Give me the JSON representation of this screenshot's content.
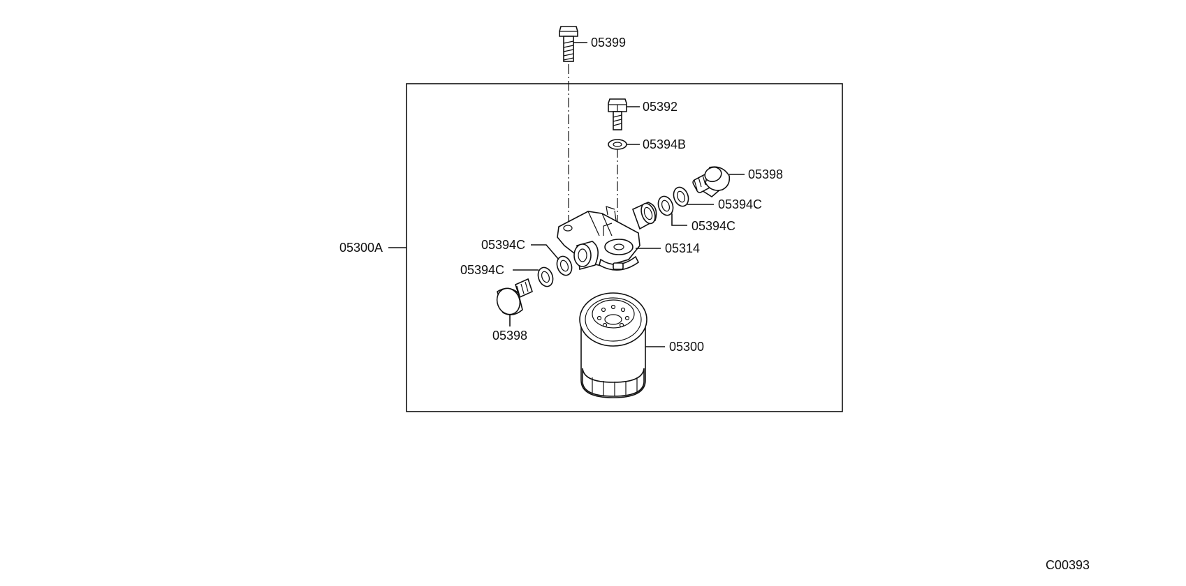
{
  "diagram": {
    "assembly_label": "05300A",
    "figure_code": "C00393",
    "parts": {
      "bolt_top": "05399",
      "bolt_small": "05392",
      "washer_small": "05394B",
      "banjo_bolt_right": "05398",
      "washer_right_outer": "05394C",
      "washer_right_inner": "05394C",
      "filter_head": "05314",
      "washer_left_upper": "05394C",
      "washer_left_lower": "05394C",
      "banjo_bolt_left": "05398",
      "filter_cartridge": "05300"
    }
  }
}
